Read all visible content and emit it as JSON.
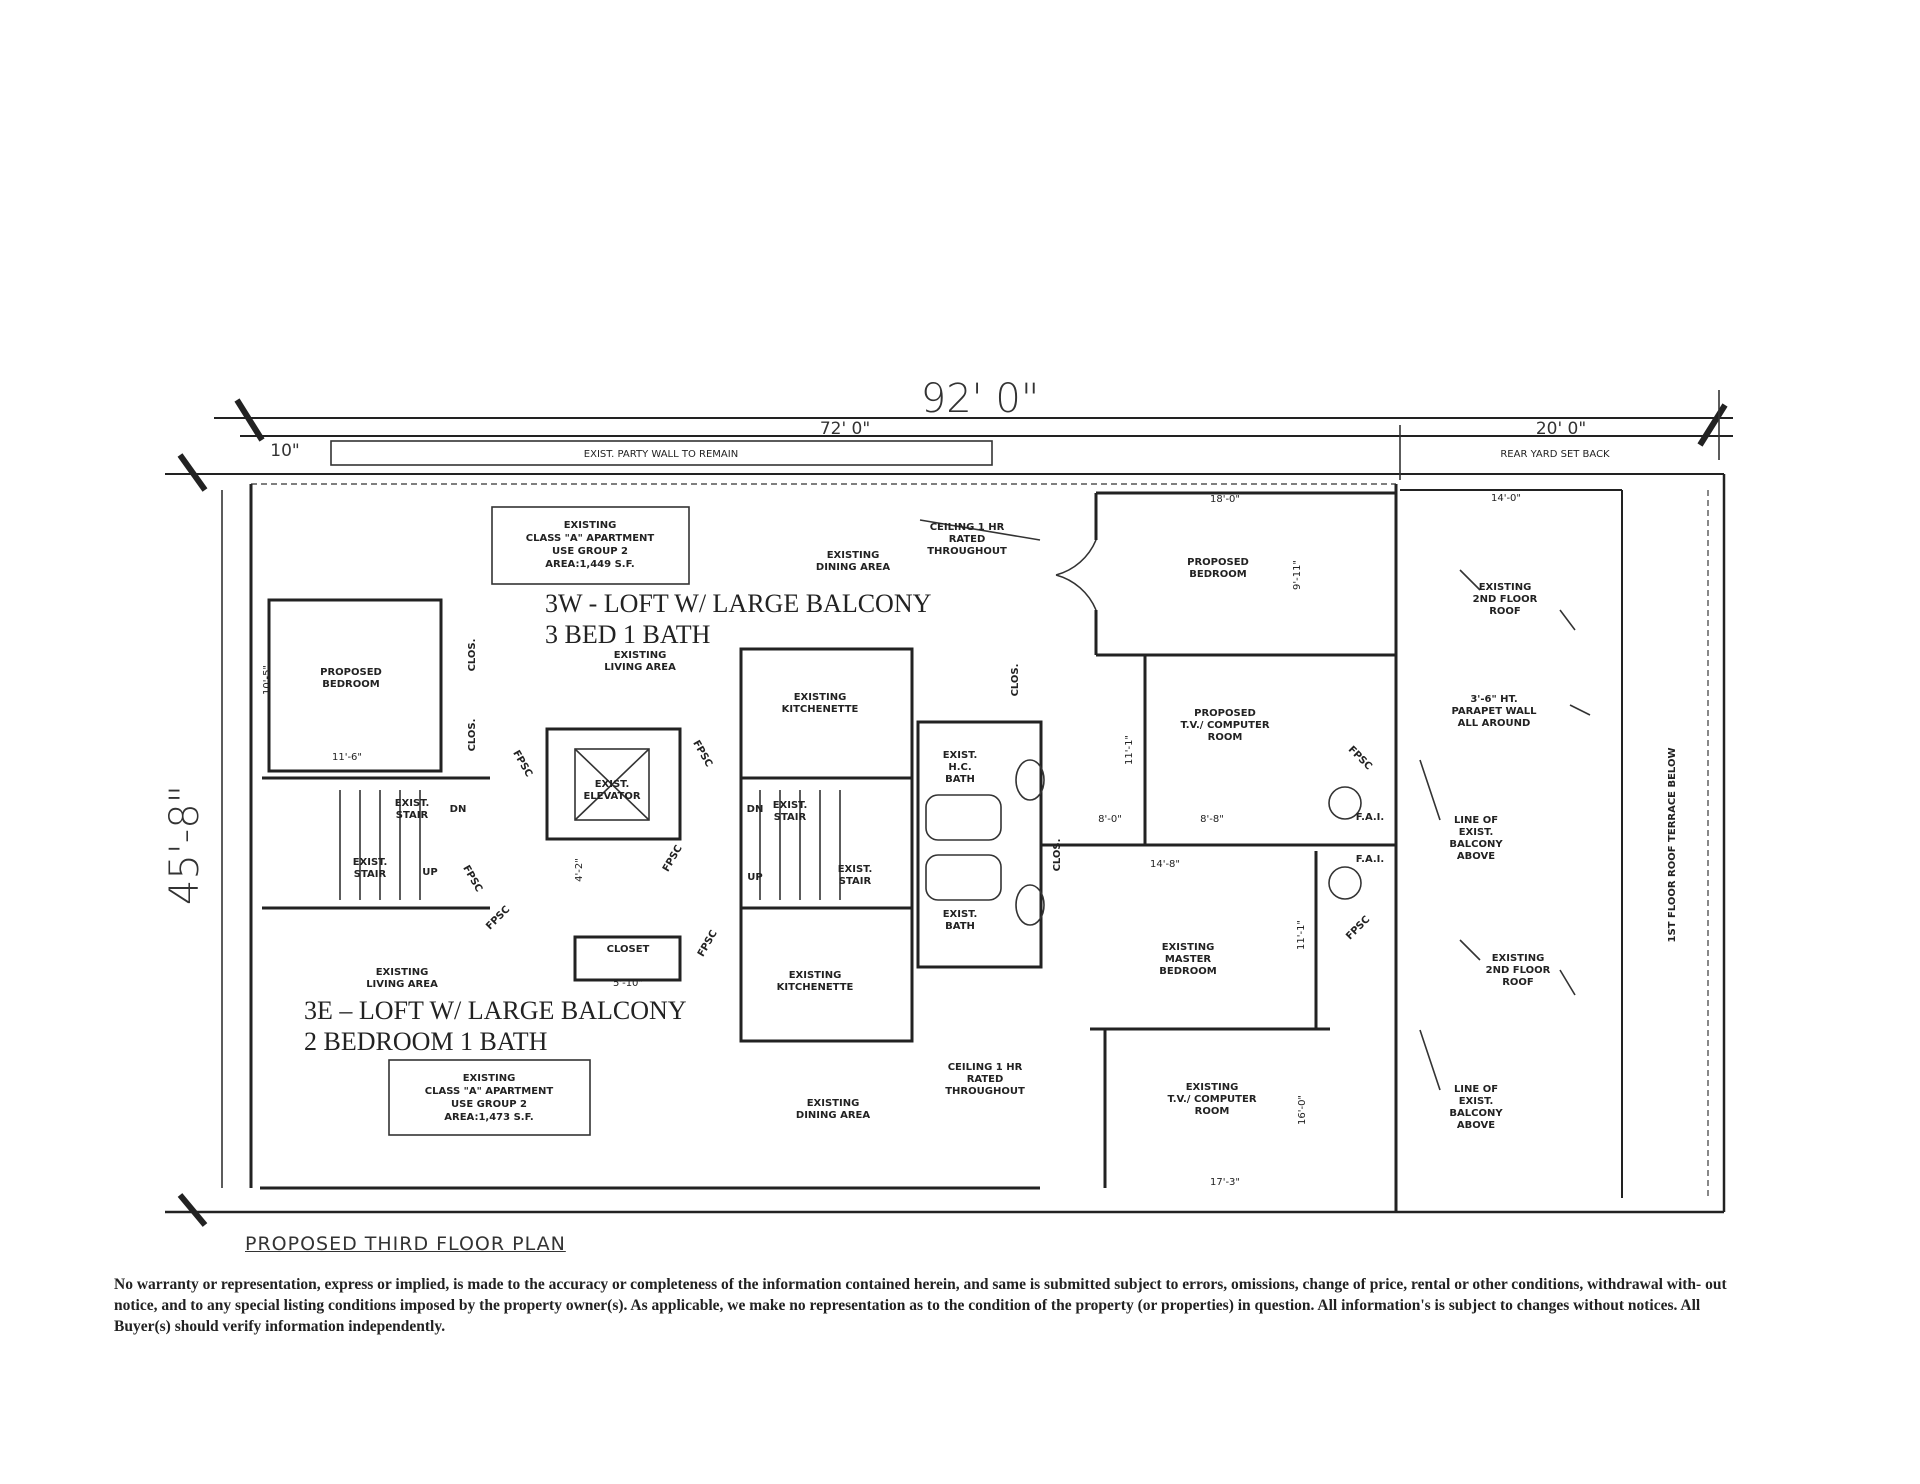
{
  "dimensions": {
    "overall_length": "92' 0\"",
    "building_length": "72' 0\"",
    "rear_yard_length": "20' 0\"",
    "left_offset": "10\"",
    "overall_width": "45'-8\"",
    "dims": [
      "18'-0\"",
      "14'-0\"",
      "9'-11\"",
      "10'-5\"",
      "11'-6\"",
      "11'-1\"",
      "8'-0\"",
      "8'-8\"",
      "14'-8\"",
      "11'-1\"",
      "16'-0\"",
      "17'-3\"",
      "5'-10\"",
      "4'-2\""
    ]
  },
  "notes": {
    "party_wall": "EXIST. PARTY WALL TO REMAIN",
    "rear_yard": "REAR YARD SET BACK",
    "ceiling_w": [
      "CEILING 1 HR",
      "RATED",
      "THROUGHOUT"
    ],
    "ceiling_e": [
      "CEILING 1 HR",
      "RATED",
      "THROUGHOUT"
    ],
    "roof_2nd_w": [
      "EXISTING",
      "2ND FLOOR",
      "ROOF"
    ],
    "parapet": [
      "3'-6\" HT.",
      "PARAPET WALL",
      "ALL AROUND"
    ],
    "balcony_line_1": [
      "LINE OF",
      "EXIST.",
      "BALCONY",
      "ABOVE"
    ],
    "roof_2nd_e": [
      "EXISTING",
      "2ND FLOOR",
      "ROOF"
    ],
    "balcony_line_2": [
      "LINE OF",
      "EXIST.",
      "BALCONY",
      "ABOVE"
    ],
    "terrace": "1ST FLOOR ROOF TERRACE BELOW"
  },
  "units": {
    "west": {
      "title": "3W - LOFT W/ LARGE BALCONY",
      "subtitle": "3 BED 1 BATH",
      "class_box": [
        "EXISTING",
        "CLASS \"A\" APARTMENT",
        "USE GROUP 2",
        "AREA:1,449 S.F."
      ]
    },
    "east": {
      "title": "3E – LOFT W/ LARGE BALCONY",
      "subtitle": "2 BEDROOM 1 BATH",
      "class_box": [
        "EXISTING",
        "CLASS \"A\" APARTMENT",
        "USE GROUP 2",
        "AREA:1,473 S.F."
      ]
    }
  },
  "rooms": {
    "dining_w": [
      "EXISTING",
      "DINING AREA"
    ],
    "living_w": [
      "EXISTING",
      "LIVING AREA"
    ],
    "bedroom_w": [
      "PROPOSED",
      "BEDROOM"
    ],
    "clos": "CLOS.",
    "stair_dn": [
      "EXIST.",
      "STAIR",
      "DN"
    ],
    "stair_up": [
      "EXIST.",
      "STAIR",
      "UP"
    ],
    "elevator": [
      "EXIST.",
      "ELEVATOR"
    ],
    "kitchen_w": [
      "EXISTING",
      "KITCHENETTE"
    ],
    "kitchen_e": [
      "EXISTING",
      "KITCHENETTE"
    ],
    "bath_w": [
      "EXIST.",
      "H.C.",
      "BATH"
    ],
    "bath_e": [
      "EXIST.",
      "BATH"
    ],
    "bedroom_prop_e": [
      "PROPOSED",
      "BEDROOM"
    ],
    "tv_prop": [
      "PROPOSED",
      "T.V./ COMPUTER",
      "ROOM"
    ],
    "master": [
      "EXISTING",
      "MASTER",
      "BEDROOM"
    ],
    "tv_exist": [
      "EXISTING",
      "T.V./ COMPUTER",
      "ROOM"
    ],
    "living_e": [
      "EXISTING",
      "LIVING AREA"
    ],
    "dining_e": [
      "EXISTING",
      "DINING AREA"
    ],
    "closet": "CLOSET",
    "fpsc": "FPSC",
    "fai": "F.A.I."
  },
  "plan_title": "PROPOSED THIRD FLOOR PLAN",
  "disclaimer": "No warranty or representation, express or implied, is made to the accuracy or completeness of the information contained herein, and same is submitted subject to errors, omissions, change of price, rental or other conditions, withdrawal with- out notice, and to any special listing conditions imposed by the property owner(s). As applicable, we make no representation as to the condition of the property (or properties) in question. All information's is subject to changes without notices. All Buyer(s) should verify information independently."
}
